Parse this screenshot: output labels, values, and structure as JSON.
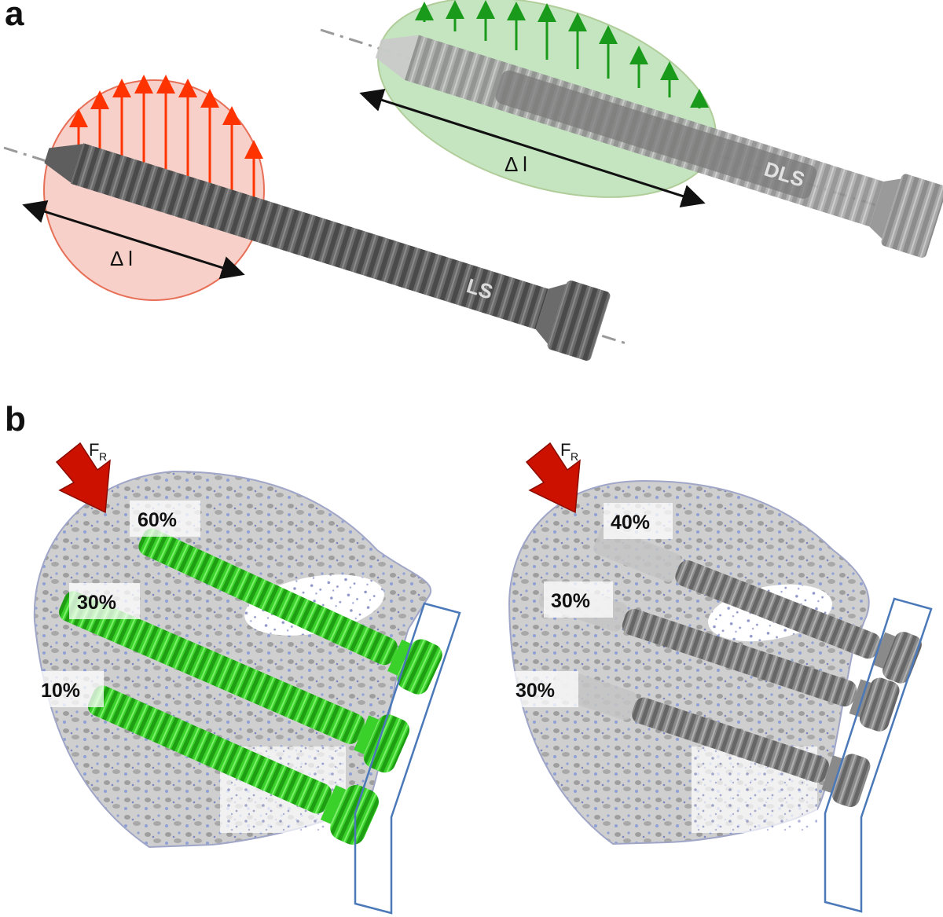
{
  "panels": [
    {
      "letter": "a"
    },
    {
      "letter": "b"
    }
  ],
  "panel_a": {
    "screws": [
      {
        "label": "LS",
        "load_arrow_color": "#ff3300",
        "zone_color": "#f6c9c0",
        "delta_label": "Δ l"
      },
      {
        "label": "DLS",
        "load_arrow_color": "#1a9a1a",
        "zone_color": "#bfe3bb",
        "delta_label": "Δ l"
      }
    ]
  },
  "panel_b": {
    "left": {
      "force": {
        "main": "F",
        "sub": "R"
      },
      "screw_color": "#33cc22",
      "percentages": [
        "60%",
        "30%",
        "10%"
      ]
    },
    "right": {
      "force": {
        "main": "F",
        "sub": "R"
      },
      "screw_color": "#8a8a8a",
      "percentages": [
        "40%",
        "30%",
        "30%"
      ]
    }
  },
  "colors": {
    "force_arrow": "#cc1100",
    "bone": "#d6d6d6",
    "trabecular": "#8f96c8",
    "plate_outline": "#4a78b8",
    "axis_line": "#9a9a9a"
  }
}
